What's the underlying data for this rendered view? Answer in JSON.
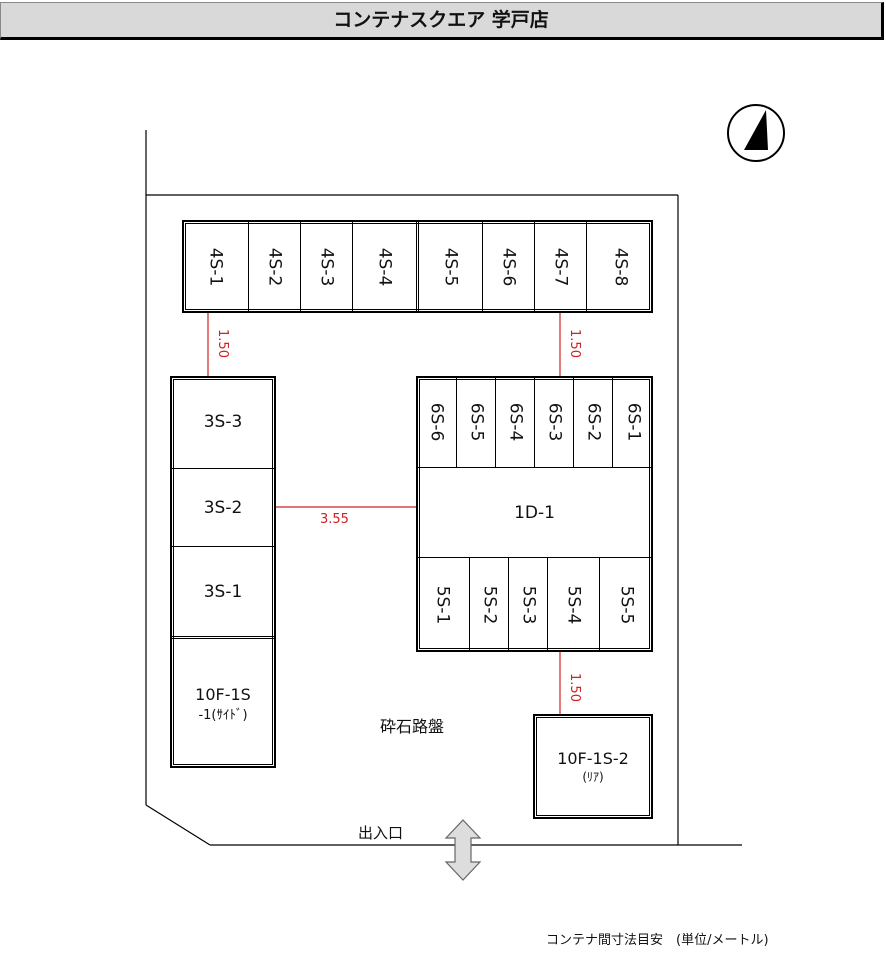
{
  "title": "コンテナスクエア 学戸店",
  "north_icon": "north-arrow-icon",
  "row4": [
    "4S-1",
    "4S-2",
    "4S-3",
    "4S-4",
    "4S-5",
    "4S-6",
    "4S-7",
    "4S-8"
  ],
  "row3": [
    "3S-3",
    "3S-2",
    "3S-1"
  ],
  "side": {
    "line1": "10F-1S",
    "line2": "-1(ｻｲﾄﾞ)"
  },
  "row6": [
    "6S-6",
    "6S-5",
    "6S-4",
    "6S-3",
    "6S-2",
    "6S-1"
  ],
  "d1": "1D-1",
  "row5": [
    "5S-1",
    "5S-2",
    "5S-3",
    "5S-4",
    "5S-5"
  ],
  "rear": {
    "line1": "10F-1S-2",
    "line2": "(ﾘｱ)"
  },
  "dims": {
    "a": "1.50",
    "b": "1.50",
    "c": "3.55",
    "d": "1.50"
  },
  "ground": "砕石路盤",
  "entrance": "出入口",
  "footer": "コンテナ間寸法目安　(単位/メートル)",
  "colors": {
    "dimension": "#d02020"
  }
}
